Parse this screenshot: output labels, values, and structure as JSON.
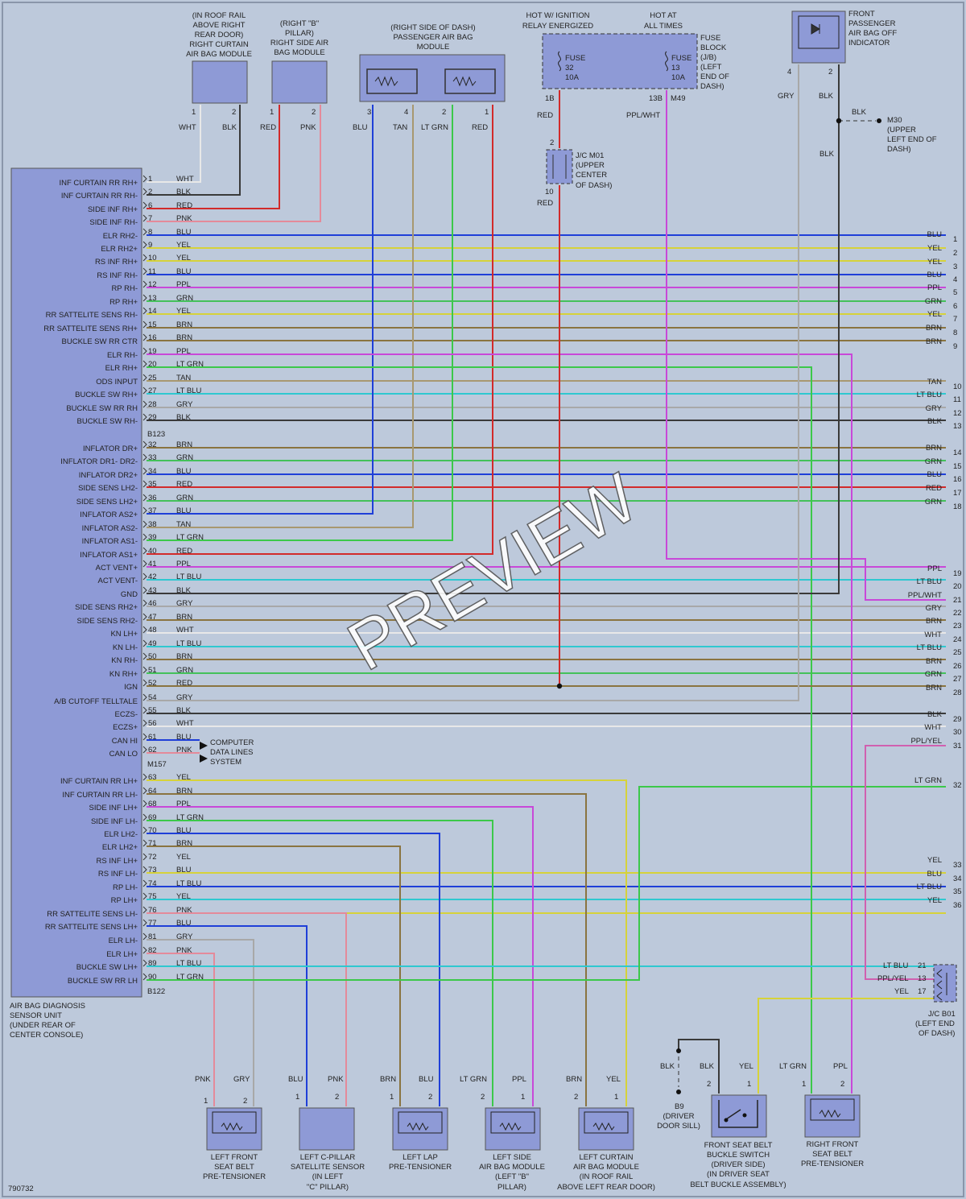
{
  "colors": {
    "BLU": "#1f3fd8",
    "YEL": "#d6d23a",
    "PPL": "#c848d8",
    "GRN": "#44c15a",
    "BRN": "#8a7440",
    "TAN": "#a89870",
    "LT BLU": "#2fc8d0",
    "GRY": "#a8a8a8",
    "BLK": "#3a3a3a",
    "RED": "#d22a2a",
    "WHT": "#e8e8e8",
    "PNK": "#e48a9a",
    "LT GRN": "#3cc84a",
    "PPL/WHT": "#c848d8",
    "PPL/YEL": "#d060b0"
  },
  "page": {
    "id": "790732",
    "watermark": "PREVIEW"
  },
  "ecu": {
    "title": [
      "AIR BAG DIAGNOSIS",
      "SENSOR UNIT",
      "(UNDER REAR OF",
      "CENTER CONSOLE)"
    ],
    "conn_b123": "B123",
    "conn_m157": "M157",
    "conn_b122": "B122"
  },
  "pins": [
    {
      "sig": "INF CURTAIN RR RH+",
      "pin": "1",
      "col": "WHT"
    },
    {
      "sig": "INF CURTAIN RR RH-",
      "pin": "2",
      "col": "BLK"
    },
    {
      "sig": "SIDE INF RH+",
      "pin": "6",
      "col": "RED"
    },
    {
      "sig": "SIDE INF RH-",
      "pin": "7",
      "col": "PNK"
    },
    {
      "sig": "ELR RH2-",
      "pin": "8",
      "col": "BLU"
    },
    {
      "sig": "ELR RH2+",
      "pin": "9",
      "col": "YEL"
    },
    {
      "sig": "RS INF RH+",
      "pin": "10",
      "col": "YEL"
    },
    {
      "sig": "RS INF RH-",
      "pin": "11",
      "col": "BLU"
    },
    {
      "sig": "RP RH-",
      "pin": "12",
      "col": "PPL"
    },
    {
      "sig": "RP RH+",
      "pin": "13",
      "col": "GRN"
    },
    {
      "sig": "RR SATTELITE SENS RH-",
      "pin": "14",
      "col": "YEL"
    },
    {
      "sig": "RR SATTELITE SENS RH+",
      "pin": "15",
      "col": "BRN"
    },
    {
      "sig": "BUCKLE SW RR CTR",
      "pin": "16",
      "col": "BRN"
    },
    {
      "sig": "ELR RH-",
      "pin": "19",
      "col": "PPL"
    },
    {
      "sig": "ELR RH+",
      "pin": "20",
      "col": "LT GRN"
    },
    {
      "sig": "ODS INPUT",
      "pin": "25",
      "col": "TAN"
    },
    {
      "sig": "BUCKLE SW RH+",
      "pin": "27",
      "col": "LT BLU"
    },
    {
      "sig": "BUCKLE SW RR RH",
      "pin": "28",
      "col": "GRY"
    },
    {
      "sig": "BUCKLE SW RH-",
      "pin": "29",
      "col": "BLK"
    },
    {
      "sig": "INFLATOR DR+",
      "pin": "32",
      "col": "BRN"
    },
    {
      "sig": "INFLATOR DR1- DR2-",
      "pin": "33",
      "col": "GRN"
    },
    {
      "sig": "INFLATOR DR2+",
      "pin": "34",
      "col": "BLU"
    },
    {
      "sig": "SIDE SENS LH2-",
      "pin": "35",
      "col": "RED"
    },
    {
      "sig": "SIDE SENS LH2+",
      "pin": "36",
      "col": "GRN"
    },
    {
      "sig": "INFLATOR AS2+",
      "pin": "37",
      "col": "BLU"
    },
    {
      "sig": "INFLATOR AS2-",
      "pin": "38",
      "col": "TAN"
    },
    {
      "sig": "INFLATOR AS1-",
      "pin": "39",
      "col": "LT GRN"
    },
    {
      "sig": "INFLATOR AS1+",
      "pin": "40",
      "col": "RED"
    },
    {
      "sig": "ACT VENT+",
      "pin": "41",
      "col": "PPL"
    },
    {
      "sig": "ACT VENT-",
      "pin": "42",
      "col": "LT BLU"
    },
    {
      "sig": "GND",
      "pin": "43",
      "col": "BLK"
    },
    {
      "sig": "SIDE SENS RH2+",
      "pin": "46",
      "col": "GRY"
    },
    {
      "sig": "SIDE SENS RH2-",
      "pin": "47",
      "col": "BRN"
    },
    {
      "sig": "KN LH+",
      "pin": "48",
      "col": "WHT"
    },
    {
      "sig": "KN LH-",
      "pin": "49",
      "col": "LT BLU"
    },
    {
      "sig": "KN RH-",
      "pin": "50",
      "col": "BRN"
    },
    {
      "sig": "KN RH+",
      "pin": "51",
      "col": "GRN"
    },
    {
      "sig": "IGN",
      "pin": "52",
      "col": "RED"
    },
    {
      "sig": "A/B CUTOFF TELLTALE",
      "pin": "54",
      "col": "GRY"
    },
    {
      "sig": "ECZS-",
      "pin": "55",
      "col": "BLK"
    },
    {
      "sig": "ECZS+",
      "pin": "56",
      "col": "WHT"
    },
    {
      "sig": "CAN HI",
      "pin": "61",
      "col": "BLU"
    },
    {
      "sig": "CAN LO",
      "pin": "62",
      "col": "PNK"
    },
    {
      "sig": "INF CURTAIN RR LH+",
      "pin": "63",
      "col": "YEL"
    },
    {
      "sig": "INF CURTAIN RR LH-",
      "pin": "64",
      "col": "BRN"
    },
    {
      "sig": "SIDE INF LH+",
      "pin": "68",
      "col": "PPL"
    },
    {
      "sig": "SIDE INF LH-",
      "pin": "69",
      "col": "LT GRN"
    },
    {
      "sig": "ELR LH2-",
      "pin": "70",
      "col": "BLU"
    },
    {
      "sig": "ELR LH2+",
      "pin": "71",
      "col": "BRN"
    },
    {
      "sig": "RS INF LH+",
      "pin": "72",
      "col": "YEL"
    },
    {
      "sig": "RS INF LH-",
      "pin": "73",
      "col": "BLU"
    },
    {
      "sig": "RP LH-",
      "pin": "74",
      "col": "LT BLU"
    },
    {
      "sig": "RP LH+",
      "pin": "75",
      "col": "YEL"
    },
    {
      "sig": "RR SATTELITE SENS LH-",
      "pin": "76",
      "col": "PNK"
    },
    {
      "sig": "RR SATTELITE SENS LH+",
      "pin": "77",
      "col": "BLU"
    },
    {
      "sig": "ELR LH-",
      "pin": "81",
      "col": "GRY"
    },
    {
      "sig": "ELR LH+",
      "pin": "82",
      "col": "PNK"
    },
    {
      "sig": "BUCKLE SW LH+",
      "pin": "89",
      "col": "LT BLU"
    },
    {
      "sig": "BUCKLE SW RR LH",
      "pin": "90",
      "col": "LT GRN"
    }
  ],
  "right_labels": [
    {
      "num": "1",
      "col": "BLU"
    },
    {
      "num": "2",
      "col": "YEL"
    },
    {
      "num": "3",
      "col": "YEL"
    },
    {
      "num": "4",
      "col": "BLU"
    },
    {
      "num": "5",
      "col": "PPL"
    },
    {
      "num": "6",
      "col": "GRN"
    },
    {
      "num": "7",
      "col": "YEL"
    },
    {
      "num": "8",
      "col": "BRN"
    },
    {
      "num": "9",
      "col": "BRN"
    },
    {
      "num": "10",
      "col": "TAN"
    },
    {
      "num": "11",
      "col": "LT BLU"
    },
    {
      "num": "12",
      "col": "GRY"
    },
    {
      "num": "13",
      "col": "BLK"
    },
    {
      "num": "14",
      "col": "BRN"
    },
    {
      "num": "15",
      "col": "GRN"
    },
    {
      "num": "16",
      "col": "BLU"
    },
    {
      "num": "17",
      "col": "RED"
    },
    {
      "num": "18",
      "col": "GRN"
    },
    {
      "num": "19",
      "col": "PPL"
    },
    {
      "num": "20",
      "col": "LT BLU"
    },
    {
      "num": "21",
      "col": "PPL/WHT"
    },
    {
      "num": "22",
      "col": "GRY"
    },
    {
      "num": "23",
      "col": "BRN"
    },
    {
      "num": "24",
      "col": "WHT"
    },
    {
      "num": "25",
      "col": "LT BLU"
    },
    {
      "num": "26",
      "col": "BRN"
    },
    {
      "num": "27",
      "col": "GRN"
    },
    {
      "num": "28",
      "col": "BRN"
    },
    {
      "num": "29",
      "col": "BLK"
    },
    {
      "num": "30",
      "col": "WHT"
    },
    {
      "num": "31",
      "col": "PPL/YEL"
    },
    {
      "num": "32",
      "col": "LT GRN"
    },
    {
      "num": "33",
      "col": "YEL"
    },
    {
      "num": "34",
      "col": "BLU"
    },
    {
      "num": "35",
      "col": "LT BLU"
    },
    {
      "num": "36",
      "col": "YEL"
    }
  ],
  "components": {
    "rr_curtain": {
      "label": [
        "(IN ROOF RAIL",
        "ABOVE RIGHT",
        "REAR DOOR)",
        "RIGHT CURTAIN",
        "AIR BAG MODULE"
      ],
      "pins": [
        "1",
        "2"
      ],
      "wires": [
        "WHT",
        "BLK"
      ]
    },
    "b_pillar": {
      "label": [
        "(RIGHT \"B\"",
        "PILLAR)",
        "RIGHT SIDE AIR",
        "BAG MODULE"
      ],
      "pins": [
        "1",
        "2"
      ],
      "wires": [
        "RED",
        "PNK"
      ]
    },
    "pass_airbag": {
      "label": [
        "(RIGHT SIDE OF DASH)",
        "PASSENGER AIR BAG",
        "MODULE"
      ],
      "pins": [
        "3",
        "4",
        "2",
        "1"
      ],
      "wires": [
        "BLU",
        "TAN",
        "LT GRN",
        "RED"
      ]
    },
    "fuse": {
      "hot_ign": [
        "HOT W/ IGNITION",
        "RELAY ENERGIZED"
      ],
      "hot_all": [
        "HOT AT",
        "ALL TIMES"
      ],
      "fuse_a": [
        "FUSE",
        "32",
        "10A"
      ],
      "fuse_b": [
        "FUSE",
        "13",
        "10A"
      ],
      "block": [
        "FUSE",
        "BLOCK",
        "(J/B)",
        "(LEFT",
        "END OF",
        "DASH)"
      ],
      "pin_a": "1B",
      "pin_b": "13B",
      "conn": "M49",
      "wire_a": "RED",
      "wire_b": "PPL/WHT"
    },
    "jc_m01": {
      "label": [
        "J/C M01",
        "(UPPER",
        "CENTER",
        "OF DASH)"
      ],
      "pin_top": "2",
      "pin_bot": "10",
      "wire": "RED"
    },
    "indicator": {
      "label": [
        "FRONT",
        "PASSENGER",
        "AIR BAG OFF",
        "INDICATOR"
      ],
      "pins": [
        "4",
        "2"
      ],
      "wires": [
        "GRY",
        "BLK"
      ]
    },
    "m30": {
      "label": [
        "M30",
        "(UPPER",
        "LEFT END OF",
        "DASH)"
      ],
      "wire": "BLK",
      "wire2": "BLK"
    },
    "jc_b01": {
      "label": [
        "J/C B01",
        "(LEFT END",
        "OF DASH)"
      ],
      "rows": [
        {
          "col": "LT BLU",
          "pin": "21"
        },
        {
          "col": "PPL/YEL",
          "pin": "13"
        },
        {
          "col": "YEL",
          "pin": "17"
        }
      ]
    },
    "can": {
      "label": [
        "COMPUTER",
        "DATA LINES",
        "SYSTEM"
      ]
    },
    "b9": {
      "id": "B9",
      "label": [
        "(DRIVER",
        "DOOR SILL)"
      ],
      "wire": "BLK"
    },
    "lf_pre": {
      "label": [
        "LEFT FRONT",
        "SEAT BELT",
        "PRE-TENSIONER"
      ],
      "pins": [
        "1",
        "2"
      ],
      "wires": [
        "PNK",
        "GRY"
      ]
    },
    "lc_sat": {
      "label": [
        "LEFT C-PILLAR",
        "SATELLITE SENSOR",
        "(IN LEFT",
        "\"C\" PILLAR)"
      ],
      "pins": [
        "1",
        "2"
      ],
      "wires": [
        "BLU",
        "PNK"
      ]
    },
    "ll_pre": {
      "label": [
        "LEFT LAP",
        "PRE-TENSIONER"
      ],
      "pins": [
        "1",
        "2"
      ],
      "wires": [
        "BRN",
        "BLU"
      ]
    },
    "ls_air": {
      "label": [
        "LEFT SIDE",
        "AIR BAG MODULE",
        "(LEFT \"B\"",
        "PILLAR)"
      ],
      "pins": [
        "2",
        "1"
      ],
      "wires": [
        "LT GRN",
        "PPL"
      ]
    },
    "lc_air": {
      "label": [
        "LEFT CURTAIN",
        "AIR BAG MODULE",
        "(IN ROOF RAIL",
        "ABOVE LEFT REAR DOOR)"
      ],
      "pins": [
        "2",
        "1"
      ],
      "wires": [
        "BRN",
        "YEL"
      ]
    },
    "fb_sw": {
      "label": [
        "FRONT SEAT BELT",
        "BUCKLE SWITCH",
        "(DRIVER SIDE)",
        "(IN DRIVER SEAT",
        "BELT BUCKLE ASSEMBLY)"
      ],
      "pins": [
        "2",
        "1"
      ],
      "wires": [
        "BLK",
        "YEL"
      ]
    },
    "rf_pre": {
      "label": [
        "RIGHT FRONT",
        "SEAT BELT",
        "PRE-TENSIONER"
      ],
      "pins": [
        "1",
        "2"
      ],
      "wires": [
        "LT GRN",
        "PPL"
      ]
    }
  }
}
